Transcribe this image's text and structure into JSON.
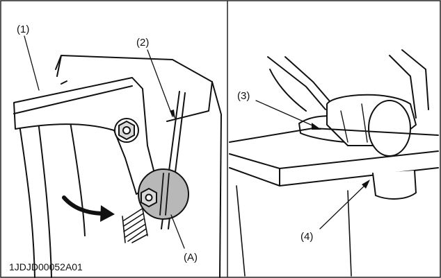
{
  "figure_code": "1JDJD00052A01",
  "labels": {
    "l1": "(1)",
    "l2": "(2)",
    "l3": "(3)",
    "l4": "(4)",
    "lA": "(A)"
  },
  "colors": {
    "ink": "#111111",
    "highlight": "#b8b8b8",
    "bolt_fill": "#d9d9d9",
    "background": "#ffffff"
  }
}
